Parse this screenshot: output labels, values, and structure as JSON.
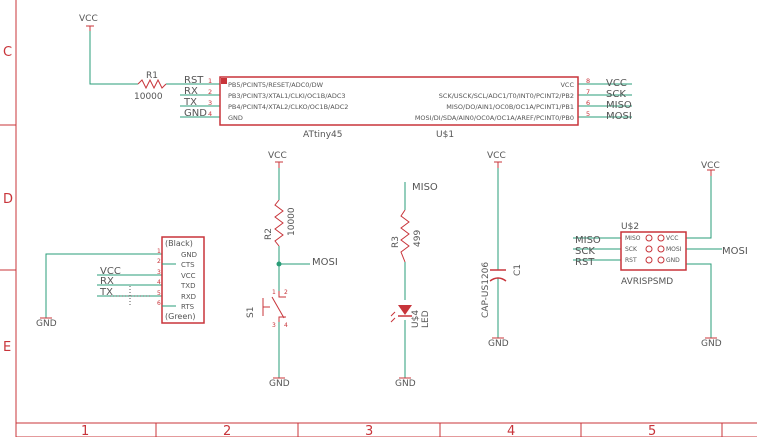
{
  "frame": {
    "rows": [
      "C",
      "D",
      "E"
    ],
    "columns": [
      "1",
      "2",
      "3",
      "4",
      "5"
    ]
  },
  "colors": {
    "wire": "#2a9d78",
    "part": "#c8343a",
    "label": "#555555"
  },
  "nets": {
    "vcc": "VCC",
    "gnd": "GND",
    "mosi": "MOSI",
    "miso": "MISO",
    "sck": "SCK",
    "rst": "RST",
    "rx": "RX",
    "tx": "TX"
  },
  "r1": {
    "name": "R1",
    "value": "10000"
  },
  "ic": {
    "name": "ATtiny45",
    "ref": "U$1",
    "left_pins": [
      {
        "num": "1",
        "label": "PB5/PCINT5/RESET/ADC0/DW",
        "net": "RST"
      },
      {
        "num": "2",
        "label": "PB3/PCINT3/XTAL1/CLKI/OC1B/ADC3",
        "net": "RX"
      },
      {
        "num": "3",
        "label": "PB4/PCINT4/XTAL2/CLKO/OC1B/ADC2",
        "net": "TX"
      },
      {
        "num": "4",
        "label": "GND",
        "net": "GND"
      }
    ],
    "right_pins": [
      {
        "num": "8",
        "label": "VCC",
        "net": "VCC"
      },
      {
        "num": "7",
        "label": "SCK/USCK/SCL/ADC1/T0/INT0/PCINT2/PB2",
        "net": "SCK"
      },
      {
        "num": "6",
        "label": "MISO/DO/AIN1/OC0B/OC1A/PCINT1/PB1",
        "net": "MISO"
      },
      {
        "num": "5",
        "label": "MOSI/DI/SDA/AIN0/OC0A/OC1A/AREF/PCINT0/PB0",
        "net": "MOSI"
      }
    ]
  },
  "ftdi": {
    "top_label": "(Black)",
    "bottom_label": "(Green)",
    "pins": [
      {
        "num": "1",
        "label": "GND"
      },
      {
        "num": "2",
        "label": "CTS"
      },
      {
        "num": "3",
        "label": "VCC"
      },
      {
        "num": "4",
        "label": "TXD"
      },
      {
        "num": "5",
        "label": "RXD"
      },
      {
        "num": "6",
        "label": "RTS"
      }
    ]
  },
  "r2": {
    "name": "R2",
    "value": "10000"
  },
  "s1": {
    "name": "S1",
    "pins": [
      "1",
      "2",
      "3",
      "4"
    ]
  },
  "r3": {
    "name": "R3",
    "value": "499"
  },
  "led": {
    "ref": "U$4",
    "name": "LED"
  },
  "c1": {
    "name": "C1",
    "package": "CAP-US1206"
  },
  "isp": {
    "ref": "U$2",
    "name": "AVRISPSMD",
    "left_pins": [
      "MISO",
      "SCK",
      "RST"
    ],
    "right_pins": [
      "VCC",
      "MOSI",
      "GND"
    ]
  }
}
